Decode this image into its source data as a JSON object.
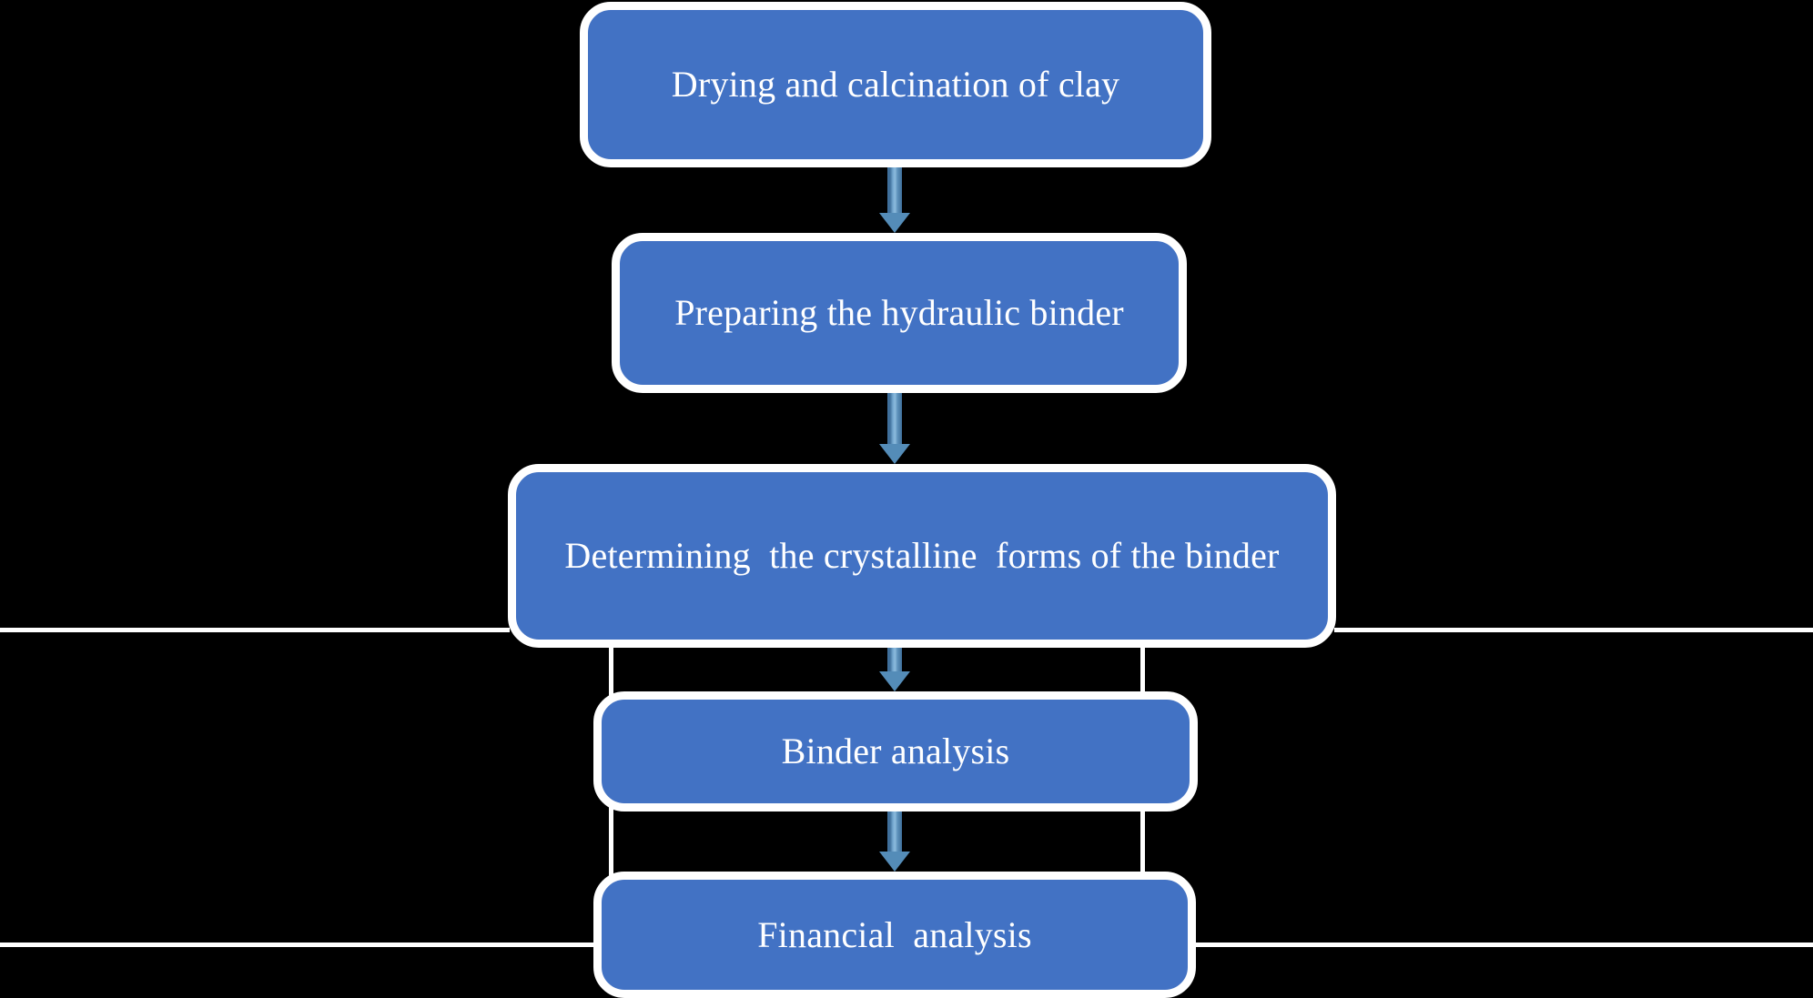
{
  "diagram": {
    "type": "flowchart",
    "orientation": "vertical",
    "background_color": "#000000",
    "node_fill_color": "#4272c4",
    "node_border_color": "#ffffff",
    "node_text_color": "#ffffff",
    "connector_color": "#ffffff",
    "arrow_color": "#548cb8",
    "nodes": [
      {
        "id": "dry",
        "label": "Drying and calcination of clay"
      },
      {
        "id": "prepare",
        "label": "Preparing the hydraulic binder"
      },
      {
        "id": "determine",
        "label": "Determining  the crystalline  forms of the binder"
      },
      {
        "id": "binder",
        "label": "Binder analysis"
      },
      {
        "id": "financial",
        "label": "Financial  analysis"
      }
    ],
    "arrows": [
      {
        "id": "arrow-1",
        "from": "dry",
        "to": "prepare",
        "direction": "down"
      },
      {
        "id": "arrow-2",
        "from": "prepare",
        "to": "determine",
        "direction": "down"
      },
      {
        "id": "arrow-3",
        "from": "determine",
        "to": "binder",
        "direction": "down"
      },
      {
        "id": "arrow-4",
        "from": "binder",
        "to": "financial",
        "direction": "down"
      }
    ],
    "rules": [
      {
        "id": "rule-upper-left",
        "orientation": "horizontal"
      },
      {
        "id": "rule-upper-right",
        "orientation": "horizontal"
      },
      {
        "id": "rule-lower-left",
        "orientation": "horizontal"
      },
      {
        "id": "rule-lower-right",
        "orientation": "horizontal"
      },
      {
        "id": "rule-vertical-left",
        "orientation": "vertical"
      },
      {
        "id": "rule-vertical-right",
        "orientation": "vertical"
      }
    ]
  }
}
